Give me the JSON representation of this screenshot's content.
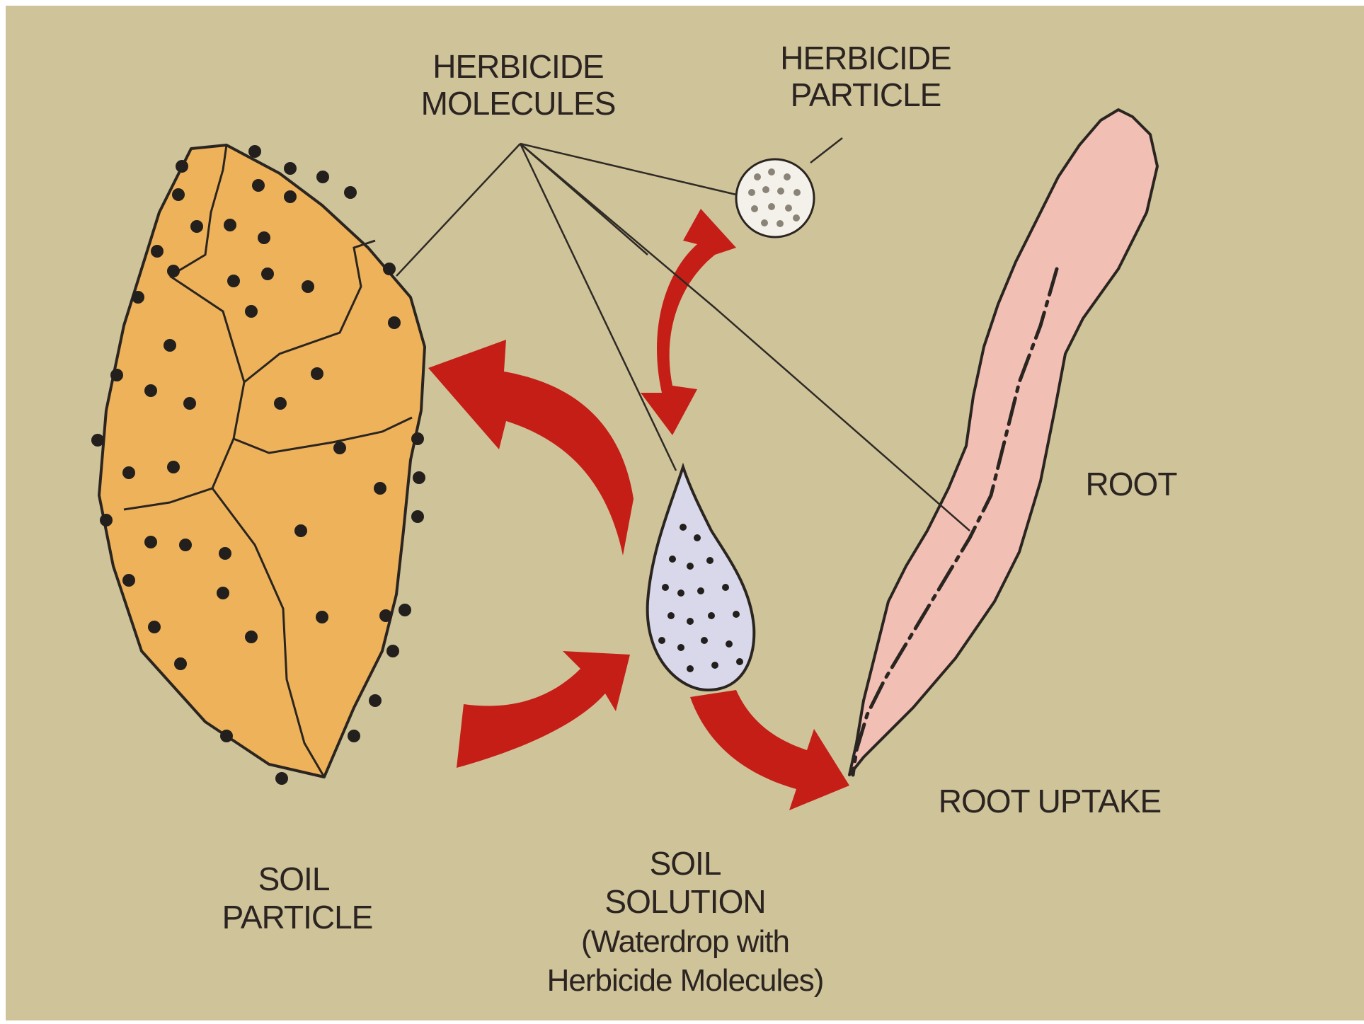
{
  "labels": {
    "herbicide_molecules": [
      "HERBICIDE",
      "MOLECULES"
    ],
    "herbicide_particle": [
      "HERBICIDE",
      "PARTICLE"
    ],
    "root": "ROOT",
    "root_uptake": "ROOT UPTAKE",
    "soil_particle": [
      "SOIL",
      "PARTICLE"
    ],
    "soil_solution": [
      "SOIL",
      "SOLUTION",
      "(Waterdrop with",
      "Herbicide Molecules)"
    ]
  },
  "colors": {
    "background": "#cfc39a",
    "soil_particle": "#eeb25a",
    "arrow": "#c41e16",
    "root": "#f2bfb4",
    "waterdrop": "#d8d8ea",
    "molecule": "#231f1c"
  }
}
